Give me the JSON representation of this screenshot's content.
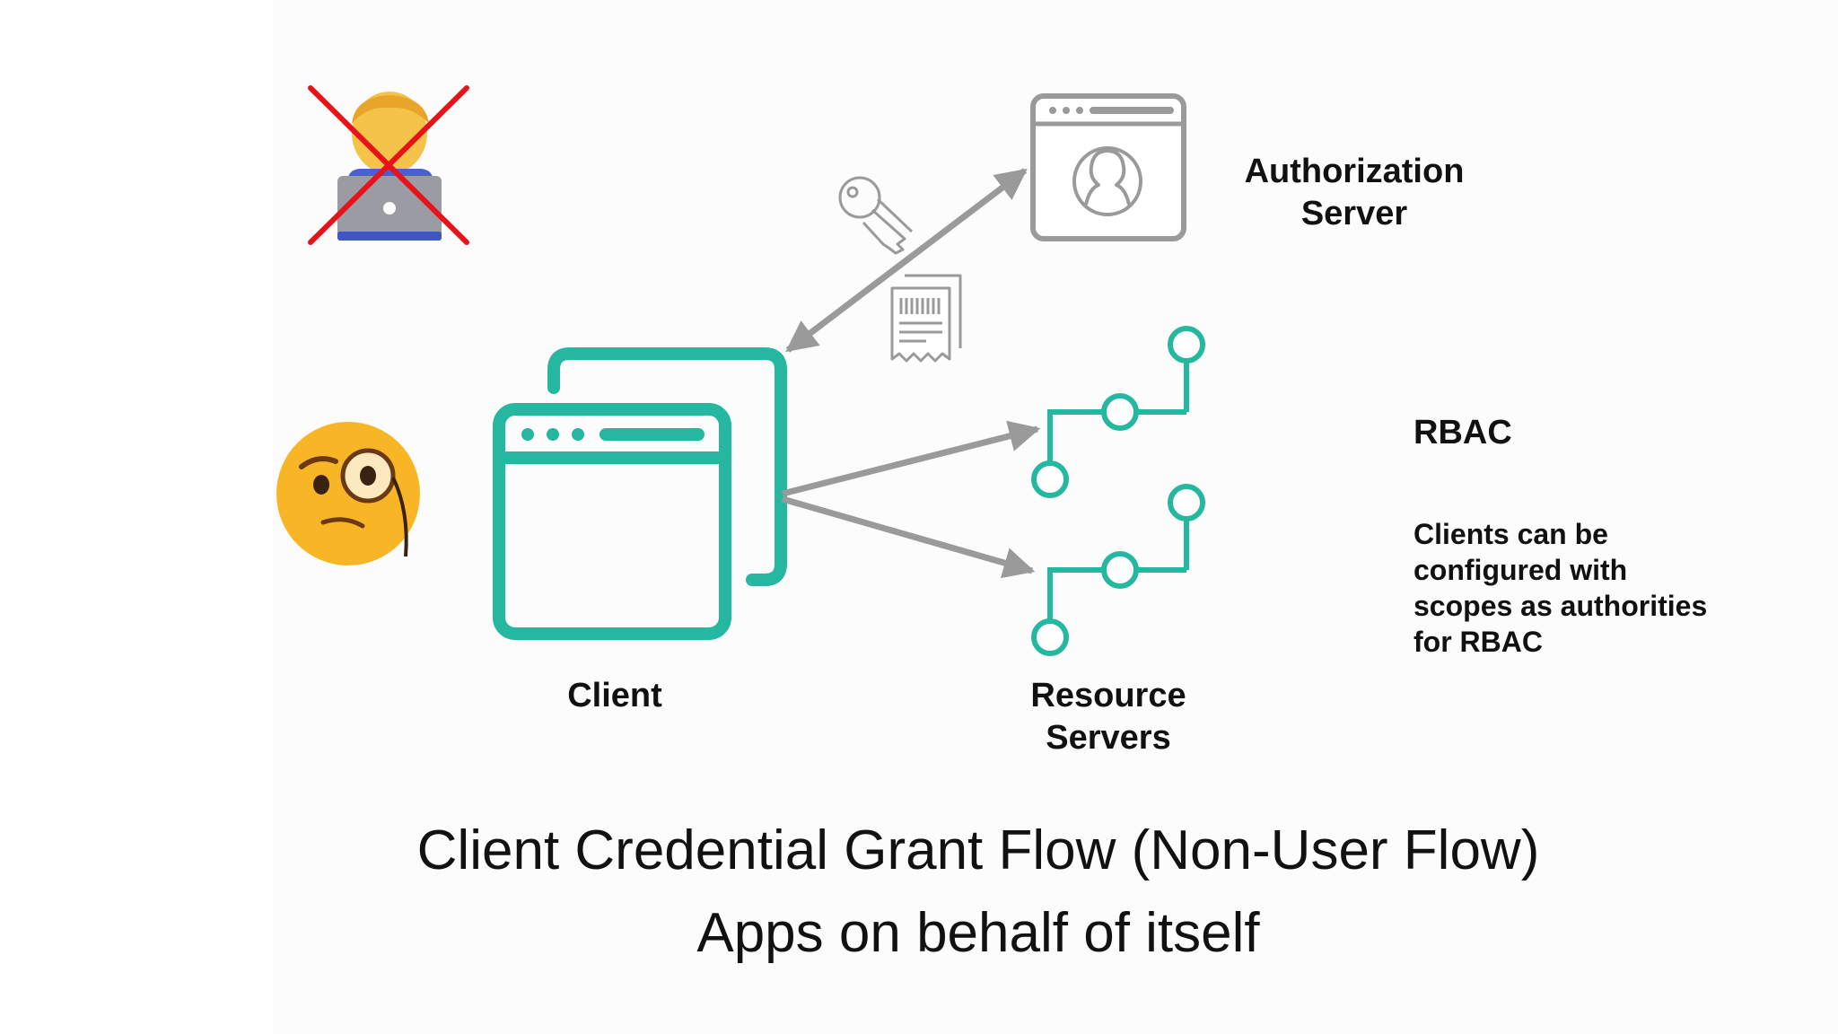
{
  "labels": {
    "authorization_server": "Authorization Server",
    "client": "Client",
    "resource_servers": [
      "Resource",
      "Servers"
    ],
    "rbac": "RBAC",
    "rbac_description": [
      "Clients can be",
      "configured with",
      "scopes as authorities",
      "for RBAC"
    ]
  },
  "title": {
    "line1": "Client Credential Grant Flow (Non-User Flow)",
    "line2": "Apps on behalf of itself"
  },
  "colors": {
    "teal": "#26b7a0",
    "gray": "#9a9a9a",
    "cross": "#e8121a"
  },
  "icons": [
    "user-laptop-emoji",
    "cross-icon",
    "monocle-face-emoji",
    "client-window-icon",
    "authorization-server-icon",
    "key-icon",
    "receipt-icon",
    "resource-server-icon"
  ]
}
